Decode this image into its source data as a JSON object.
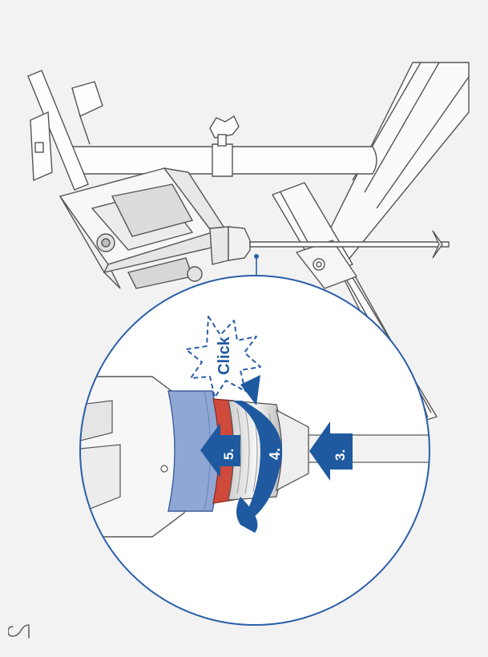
{
  "figure": {
    "step_labels": [
      "3.",
      "4.",
      "5."
    ],
    "click_label": "Click"
  },
  "page_number": "2",
  "colors": {
    "background": "#f2f2f2",
    "arrow_blue": "#1f5aa0",
    "ring_blue": "#8fa7d4",
    "ring_red": "#cf4a3a",
    "circle_outline": "#2a5ea8",
    "line_art": "#555555"
  }
}
